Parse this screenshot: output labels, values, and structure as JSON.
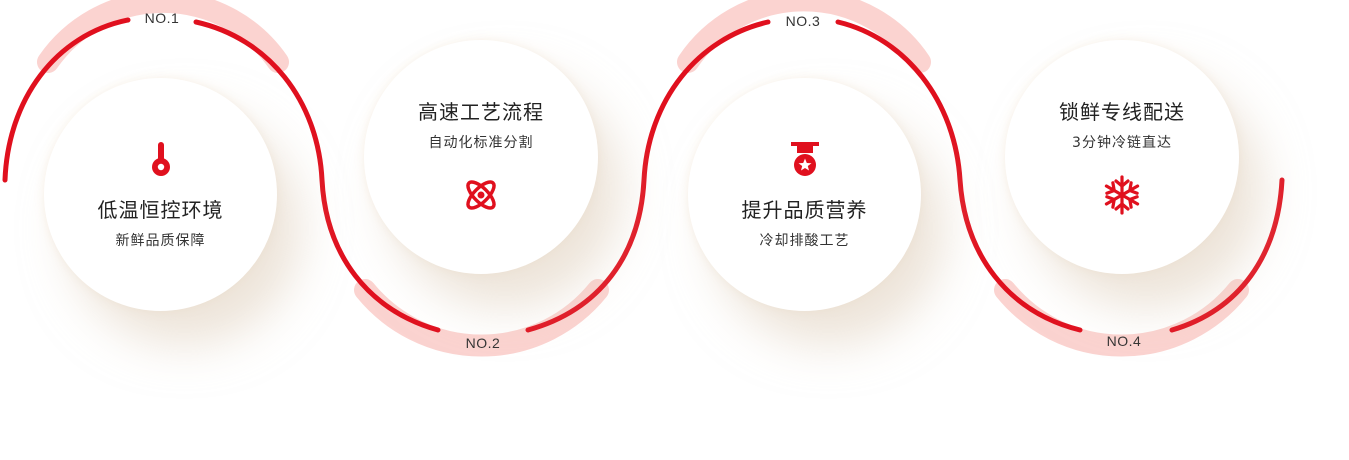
{
  "steps": [
    {
      "no": "NO.1",
      "title": "低温恒控环境",
      "subtitle": "新鲜品质保障",
      "icon": "thermometer-icon"
    },
    {
      "no": "NO.2",
      "title": "高速工艺流程",
      "subtitle": "自动化标准分割",
      "icon": "atom-icon"
    },
    {
      "no": "NO.3",
      "title": "提升品质营养",
      "subtitle": "冷却排酸工艺",
      "icon": "medal-icon"
    },
    {
      "no": "NO.4",
      "title": "锁鲜专线配送",
      "subtitle": "3分钟冷链直达",
      "icon": "snowflake-icon"
    }
  ],
  "colors": {
    "accent": "#e0101e",
    "band": "#fbd3d0",
    "text": "#222222"
  }
}
